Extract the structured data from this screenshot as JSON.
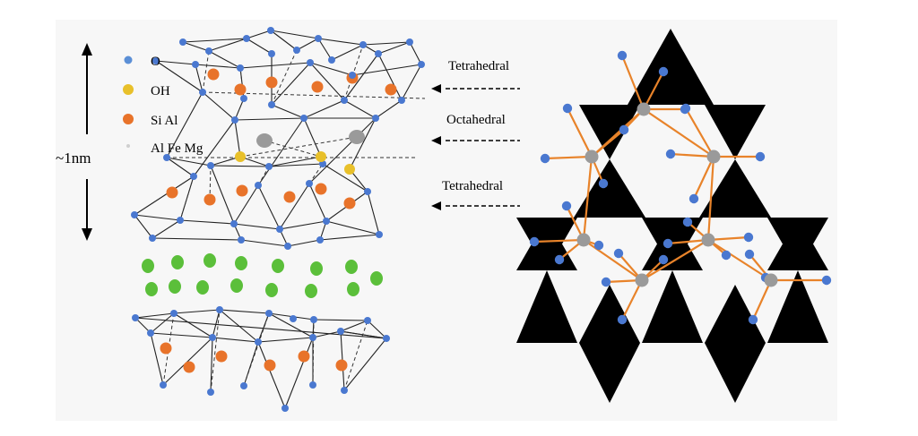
{
  "scale_label": "~1nm",
  "legend": [
    {
      "label": "O",
      "color": "#5b8fd6"
    },
    {
      "label": "OH",
      "color": "#e8c02a"
    },
    {
      "label": "Si Al",
      "color": "#e8732a"
    },
    {
      "label": "Al Fe Mg",
      "color": "#9a9a9a"
    }
  ],
  "layer_labels": {
    "top": "Tetrahedral",
    "middle": "Octahedral",
    "bottom": "Tetrahedral"
  },
  "colors": {
    "oxygen": "#4a78d0",
    "hydroxyl": "#e8c02a",
    "si_al": "#e8732a",
    "octa_cation": "#9a9a9a",
    "interlayer_cation": "#5bbf3a",
    "bond": "#e8832a",
    "tetrahedron": "#000000"
  }
}
